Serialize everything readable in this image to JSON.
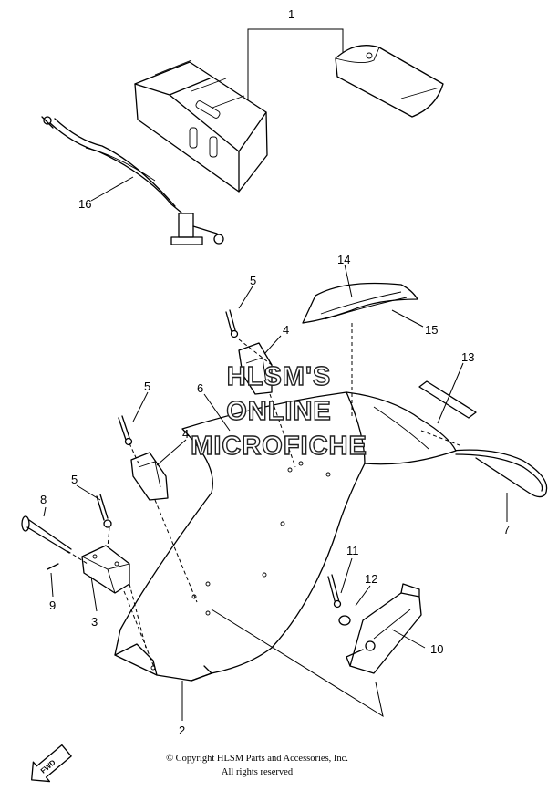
{
  "callouts": {
    "c1": "1",
    "c2": "2",
    "c3": "3",
    "c4a": "4",
    "c4b": "4",
    "c5a": "5",
    "c5b": "5",
    "c5c": "5",
    "c6": "6",
    "c7": "7",
    "c8": "8",
    "c9": "9",
    "c10": "10",
    "c11": "11",
    "c12": "12",
    "c13": "13",
    "c14": "14",
    "c15": "15",
    "c16": "16"
  },
  "watermark": {
    "line1": "HLSM'S",
    "line2": "ONLINE",
    "line3": "MICROFICHE"
  },
  "copyright": {
    "line1": "© Copyright HLSM Parts and Accessories, Inc.",
    "line2": "All rights reserved"
  },
  "fwd_badge": "FWD"
}
